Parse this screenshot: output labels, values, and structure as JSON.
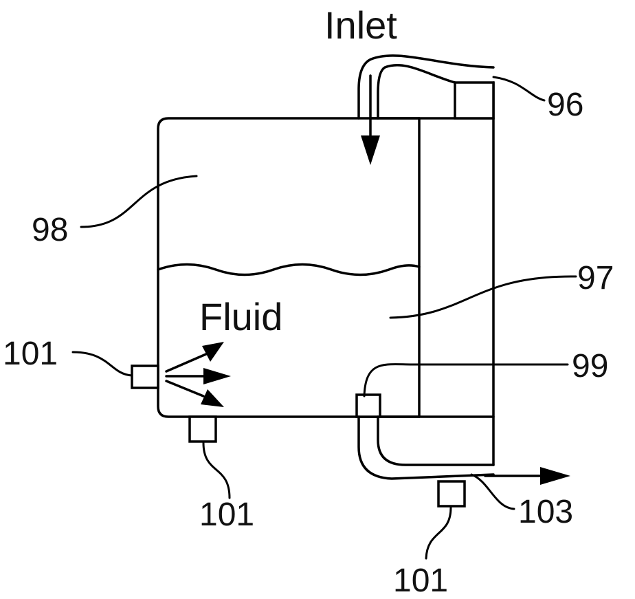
{
  "labels": {
    "inlet": "Inlet",
    "fluid": "Fluid",
    "ref_96": "96",
    "ref_97": "97",
    "ref_98": "98",
    "ref_99": "99",
    "ref_101_left": "101",
    "ref_101_bottom": "101",
    "ref_101_outlet": "101",
    "ref_103": "103"
  },
  "colors": {
    "stroke": "#000000",
    "background": "#ffffff"
  }
}
